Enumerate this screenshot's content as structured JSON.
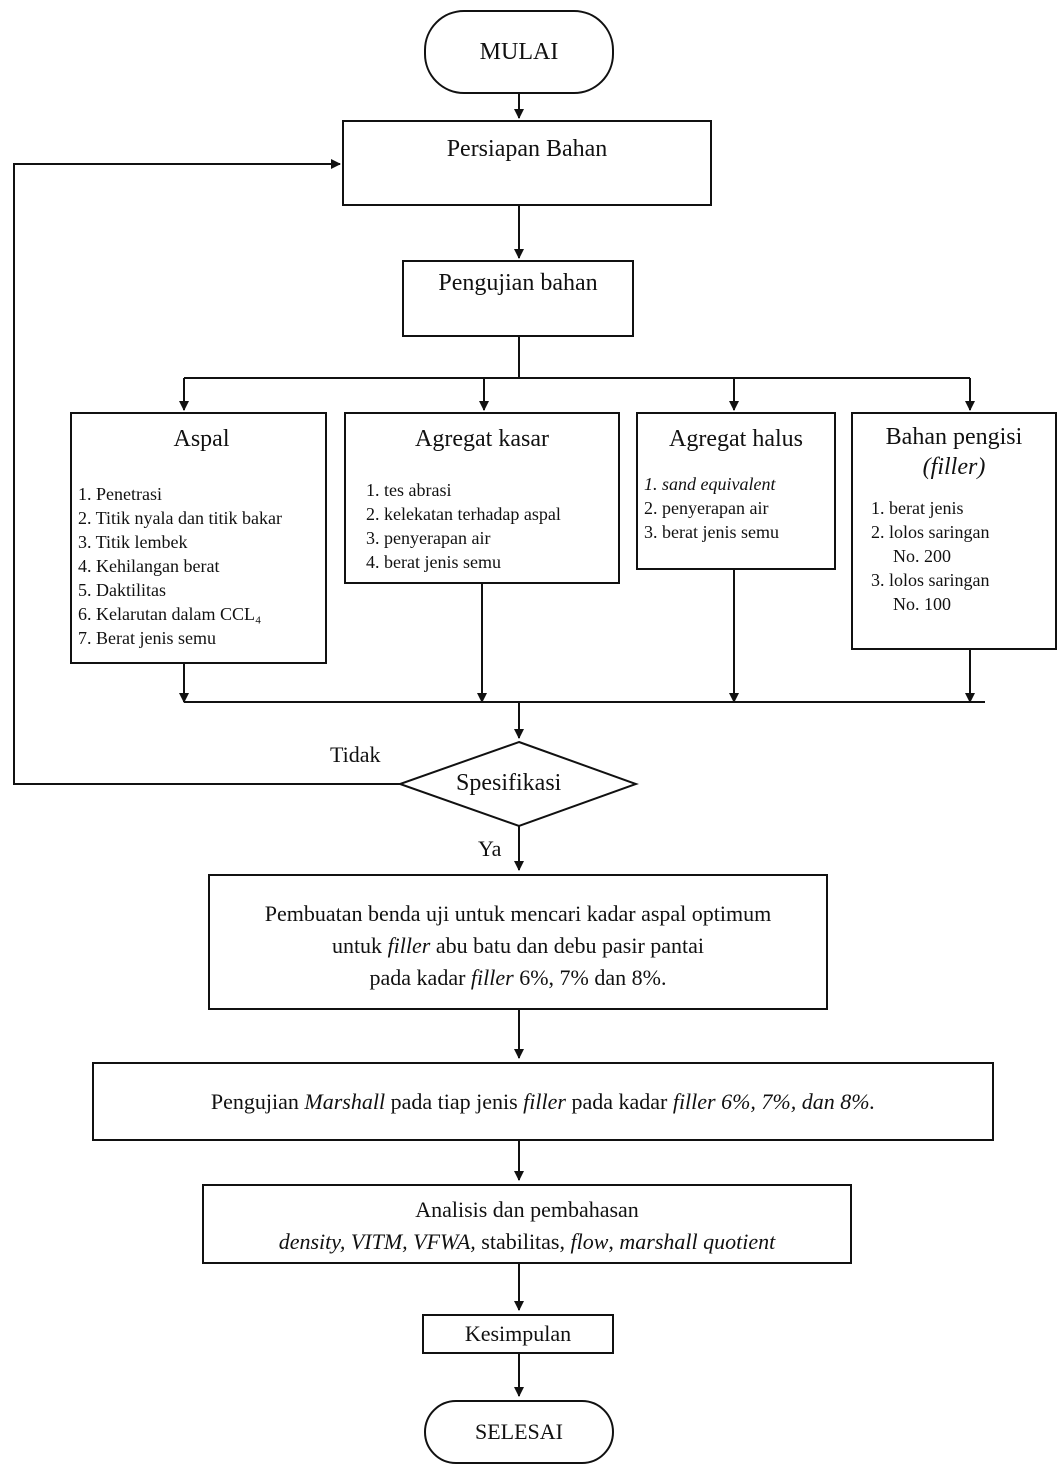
{
  "start": "MULAI",
  "prep": "Persiapan Bahan",
  "test": "Pengujian bahan",
  "aspal": {
    "title": "Aspal",
    "items": [
      "1. Penetrasi",
      "2. Titik nyala dan titik bakar",
      "3. Titik lembek",
      "4. Kehilangan berat",
      "5. Daktilitas",
      "6. Kelarutan dalam CCL₄",
      "7. Berat jenis semu"
    ]
  },
  "kasar": {
    "title": "Agregat kasar",
    "items": [
      "1. tes abrasi",
      "2. kelekatan terhadap aspal",
      "3. penyerapan air",
      "4. berat jenis semu"
    ]
  },
  "halus": {
    "title": "Agregat halus",
    "items": [
      "1. sand equivalent",
      "2. penyerapan air",
      "3. berat jenis semu"
    ]
  },
  "filler": {
    "title": "Bahan pengisi",
    "title2": "(filler)",
    "items": [
      "1. berat jenis",
      "2. lolos saringan",
      "No. 200",
      "3. lolos saringan",
      "No. 100"
    ]
  },
  "decision": "Spesifikasi",
  "no": "Tidak",
  "yes": "Ya",
  "make": {
    "line1": "Pembuatan benda uji untuk mencari kadar aspal optimum",
    "l2a": "untuk ",
    "l2b": "filler",
    "l2c": " abu batu dan debu pasir pantai",
    "l3a": "pada kadar ",
    "l3b": "filler",
    "l3c": " 6%, 7% dan 8%."
  },
  "marshall": {
    "a": "Pengujian ",
    "b": "Marshall",
    "c": " pada tiap jenis ",
    "d": "filler",
    "e": " pada kadar ",
    "f": "filler 6%, 7%, dan 8%."
  },
  "analysis": {
    "line1": "Analisis dan pembahasan",
    "a": "density, VITM, VFWA,",
    "b": " stabilitas, ",
    "c": "flow",
    "d": ", ",
    "e": "marshall quotient"
  },
  "concl": "Kesimpulan",
  "end": "SELESAI"
}
